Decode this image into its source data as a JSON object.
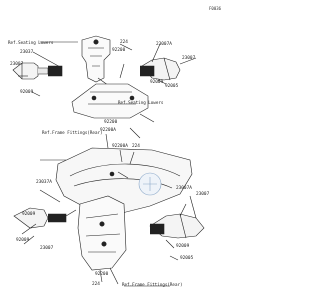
{
  "diagram": {
    "code": "F0036",
    "labels": {
      "ref_seating_lowers_top": "Ref.Seating Lowers",
      "ref_seating_lowers_mid": "Ref.Seating Lowers",
      "ref_frame_fittings_rear_top": "Ref.Frame Fittings(Rear)",
      "ref_frame_fittings_rear_bottom": "Ref.Frame Fittings(Rear)",
      "p23037_top": "23037",
      "p23007_top_left": "23007",
      "p23007a_top_right": "23007A",
      "p23007_top_right": "23007",
      "p92009_top_left": "92009",
      "p92009_top_right": "92009",
      "p92200_top": "92200",
      "p224_top": "224",
      "p92005_top": "92005",
      "p92200a_mid": "92200A",
      "p92200_mid": "92200",
      "p224_mid": "224",
      "p92200a_center": "92200A",
      "p23037a_mid": "23037A",
      "p92009_low_left": "92009",
      "p92009_bottom_left": "92009",
      "p23007_low_left": "23007",
      "p23007a_low_right": "23007A",
      "p23007_low_right": "23007",
      "p92009_low_right": "92009",
      "p92005_low": "92005",
      "p92200_low": "92200",
      "p224_low": "224"
    }
  }
}
